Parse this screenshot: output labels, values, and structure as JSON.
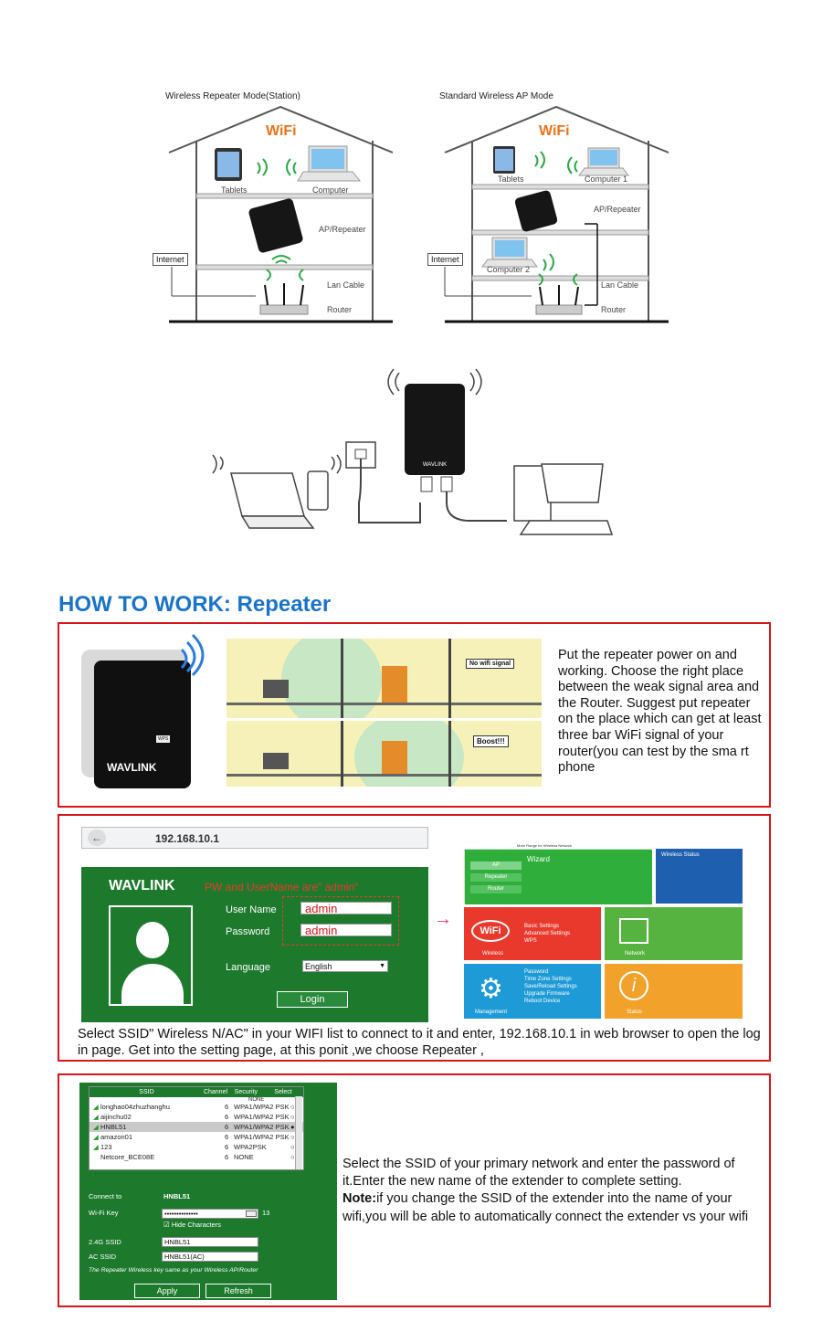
{
  "diagram1": {
    "title": "Wireless Repeater Mode(Station)",
    "wifi_logo": "WiFi",
    "labels": {
      "tablets": "Tablets",
      "computer": "Computer",
      "ap_repeater": "AP/Repeater",
      "internet": "Internet",
      "lan_cable": "Lan Cable",
      "router": "Router"
    }
  },
  "diagram2": {
    "title": "Standard Wireless AP Mode",
    "wifi_logo": "WiFi",
    "labels": {
      "tablets": "Tablets",
      "computer1": "Computer 1",
      "ap_repeater": "AP/Repeater",
      "computer2": "Computer 2",
      "internet": "Internet",
      "lan_cable": "Lan Cable",
      "router": "Router"
    }
  },
  "device_brand": "WAVLINK",
  "section_title": "HOW TO WORK: Repeater",
  "step1": {
    "bubble_no_signal": "No wifi signal",
    "bubble_boost": "Boost!!!",
    "device_button": "WPS",
    "text": "Put the repeater power on and working. Choose the right place between the weak signal area and the Router. Suggest put repeater on the place which can get at least three bar WiFi signal of your router(you can test by the sma rt phone"
  },
  "step2": {
    "browser_url": "192.168.10.1",
    "login": {
      "brand": "WAVLINK",
      "hint": "PW and UserName are\" admin\"",
      "username_label": "User Name",
      "username_value": "admin",
      "password_label": "Password",
      "password_value": "admin",
      "language_label": "Language",
      "language_value": "English",
      "login_button": "Login"
    },
    "dashboard": {
      "header": "More Range for Wireless Network",
      "wizard_label": "Wizard",
      "menu_items": [
        "AP",
        "Repeater",
        "Router"
      ],
      "wireless_status_title": "Wireless Status",
      "wireless_label": "Wireless",
      "wireless_items": [
        "Basic Settings",
        "Advanced Settings",
        "WPS"
      ],
      "network_label": "Network",
      "management_label": "Management",
      "management_items": [
        "Password",
        "Time Zone Settings",
        "Save/Reload Settings",
        "Upgrade Firmware",
        "Reboot Device"
      ],
      "status_label": "Status"
    },
    "text": "Select SSID\" Wireless N/AC\" in your WIFI list to connect to it and enter, 192.168.10.1 in web browser to open the log in page. Get into the setting page, at this ponit ,we choose Repeater ,"
  },
  "step3": {
    "table_headers": [
      "SSID",
      "Channel",
      "Security",
      "Select"
    ],
    "rows": [
      {
        "ssid": "longhao04zhuzhanghu",
        "channel": "6",
        "security": "WPA1/WPA2 PSK"
      },
      {
        "ssid": "aijinchu02",
        "channel": "6",
        "security": "WPA1/WPA2 PSK"
      },
      {
        "ssid": "HNBL51",
        "channel": "6",
        "security": "WPA1/WPA2 PSK"
      },
      {
        "ssid": "amazon01",
        "channel": "6",
        "security": "WPA1/WPA2 PSK"
      },
      {
        "ssid": "123",
        "channel": "6",
        "security": "WPA2PSK"
      },
      {
        "ssid": "Netcore_BCE08E",
        "channel": "6",
        "security": "NONE"
      }
    ],
    "top_partial": "NONE",
    "connect_to_label": "Connect to",
    "connect_to_value": "HNBL51",
    "wifi_key_label": "Wi-Fi Key",
    "wifi_key_value": "••••••••••••••",
    "wifi_key_length": "13",
    "hide_characters": "Hide Characters",
    "ssid_24_label": "2.4G SSID",
    "ssid_24_value": "HNBL51",
    "ac_ssid_label": "AC SSID",
    "ac_ssid_value": "HNBL51(AC)",
    "note_line": "The Repeater Wireless key same as your Wireless AP/Router",
    "apply_button": "Apply",
    "refresh_button": "Refresh",
    "text_main": "Select the SSID of your primary network and enter the password of it.Enter the new name of the extender to complete setting.",
    "note_label": "Note:",
    "note_text": "if you change the SSID of the extender into the name of your wifi,you will be able to automatically connect the extender vs your wifi"
  },
  "colors": {
    "title_blue": "#1a73c9",
    "frame_red": "#d4161c",
    "panel_green": "#1d7a2d",
    "wifi_orange": "#e8731a"
  }
}
